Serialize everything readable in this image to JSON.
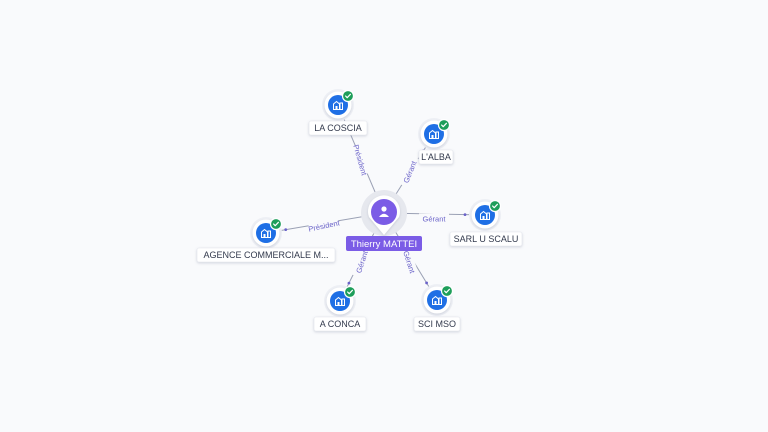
{
  "center": {
    "name": "Thierry MATTEI",
    "icon": "person-icon",
    "color": "#7b5ce6"
  },
  "nodes": [
    {
      "id": "la-coscia",
      "label": "LA COSCIA",
      "relation": "Président",
      "icon": "company-building-icon",
      "verified": true
    },
    {
      "id": "lalba",
      "label": "L'ALBA",
      "relation": "Gérant",
      "icon": "company-building-icon",
      "verified": true
    },
    {
      "id": "sarl-u-scalu",
      "label": "SARL U SCALU",
      "relation": "Gérant",
      "icon": "company-building-icon",
      "verified": true
    },
    {
      "id": "sci-mso",
      "label": "SCI MSO",
      "relation": "Gérant",
      "icon": "company-building-icon",
      "verified": true
    },
    {
      "id": "a-conca",
      "label": "A CONCA",
      "relation": "Gérant",
      "icon": "company-building-icon",
      "verified": true
    },
    {
      "id": "agence-commerciale",
      "label": "AGENCE COMMERCIALE M...",
      "relation": "Président",
      "icon": "company-building-icon",
      "verified": true
    }
  ],
  "colors": {
    "company_icon": "#1f6fe5",
    "verified_badge": "#1e9e5a",
    "edge": "#9aa0b4",
    "edge_label": "#6b63c9"
  }
}
